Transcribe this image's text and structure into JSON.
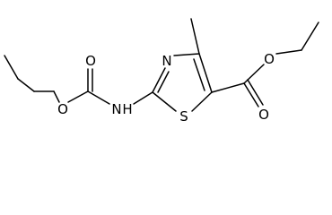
{
  "molecule": {
    "atoms": {
      "O_ester_left": "O",
      "O_carbonyl_left": "O",
      "N_amine": "N",
      "H_amine": "H",
      "N_ring": "N",
      "S_ring": "S",
      "O_ester_right": "O",
      "O_carbonyl_right": "O"
    },
    "colors": {
      "bond": "#000000",
      "label": "#000000",
      "background": "#ffffff"
    }
  }
}
